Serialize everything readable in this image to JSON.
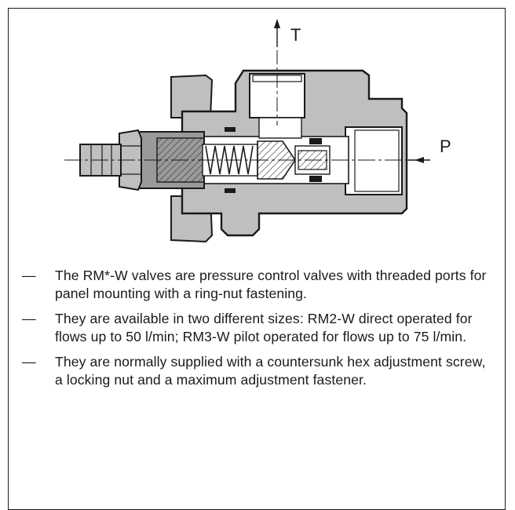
{
  "diagram": {
    "port_t_label": "T",
    "port_p_label": "P"
  },
  "bullets": [
    "The RM*-W valves are pressure control valves with threaded ports for panel mounting with a ring-nut fastening.",
    "They are available in two different sizes: RM2-W direct operated for flows up to 50 l/min; RM3-W pilot operated for flows up to 75 l/min.",
    "They are normally supplied with a countersunk hex adjustment screw, a locking nut and a maximum adjustment fastener."
  ],
  "bullet_marker": "—"
}
